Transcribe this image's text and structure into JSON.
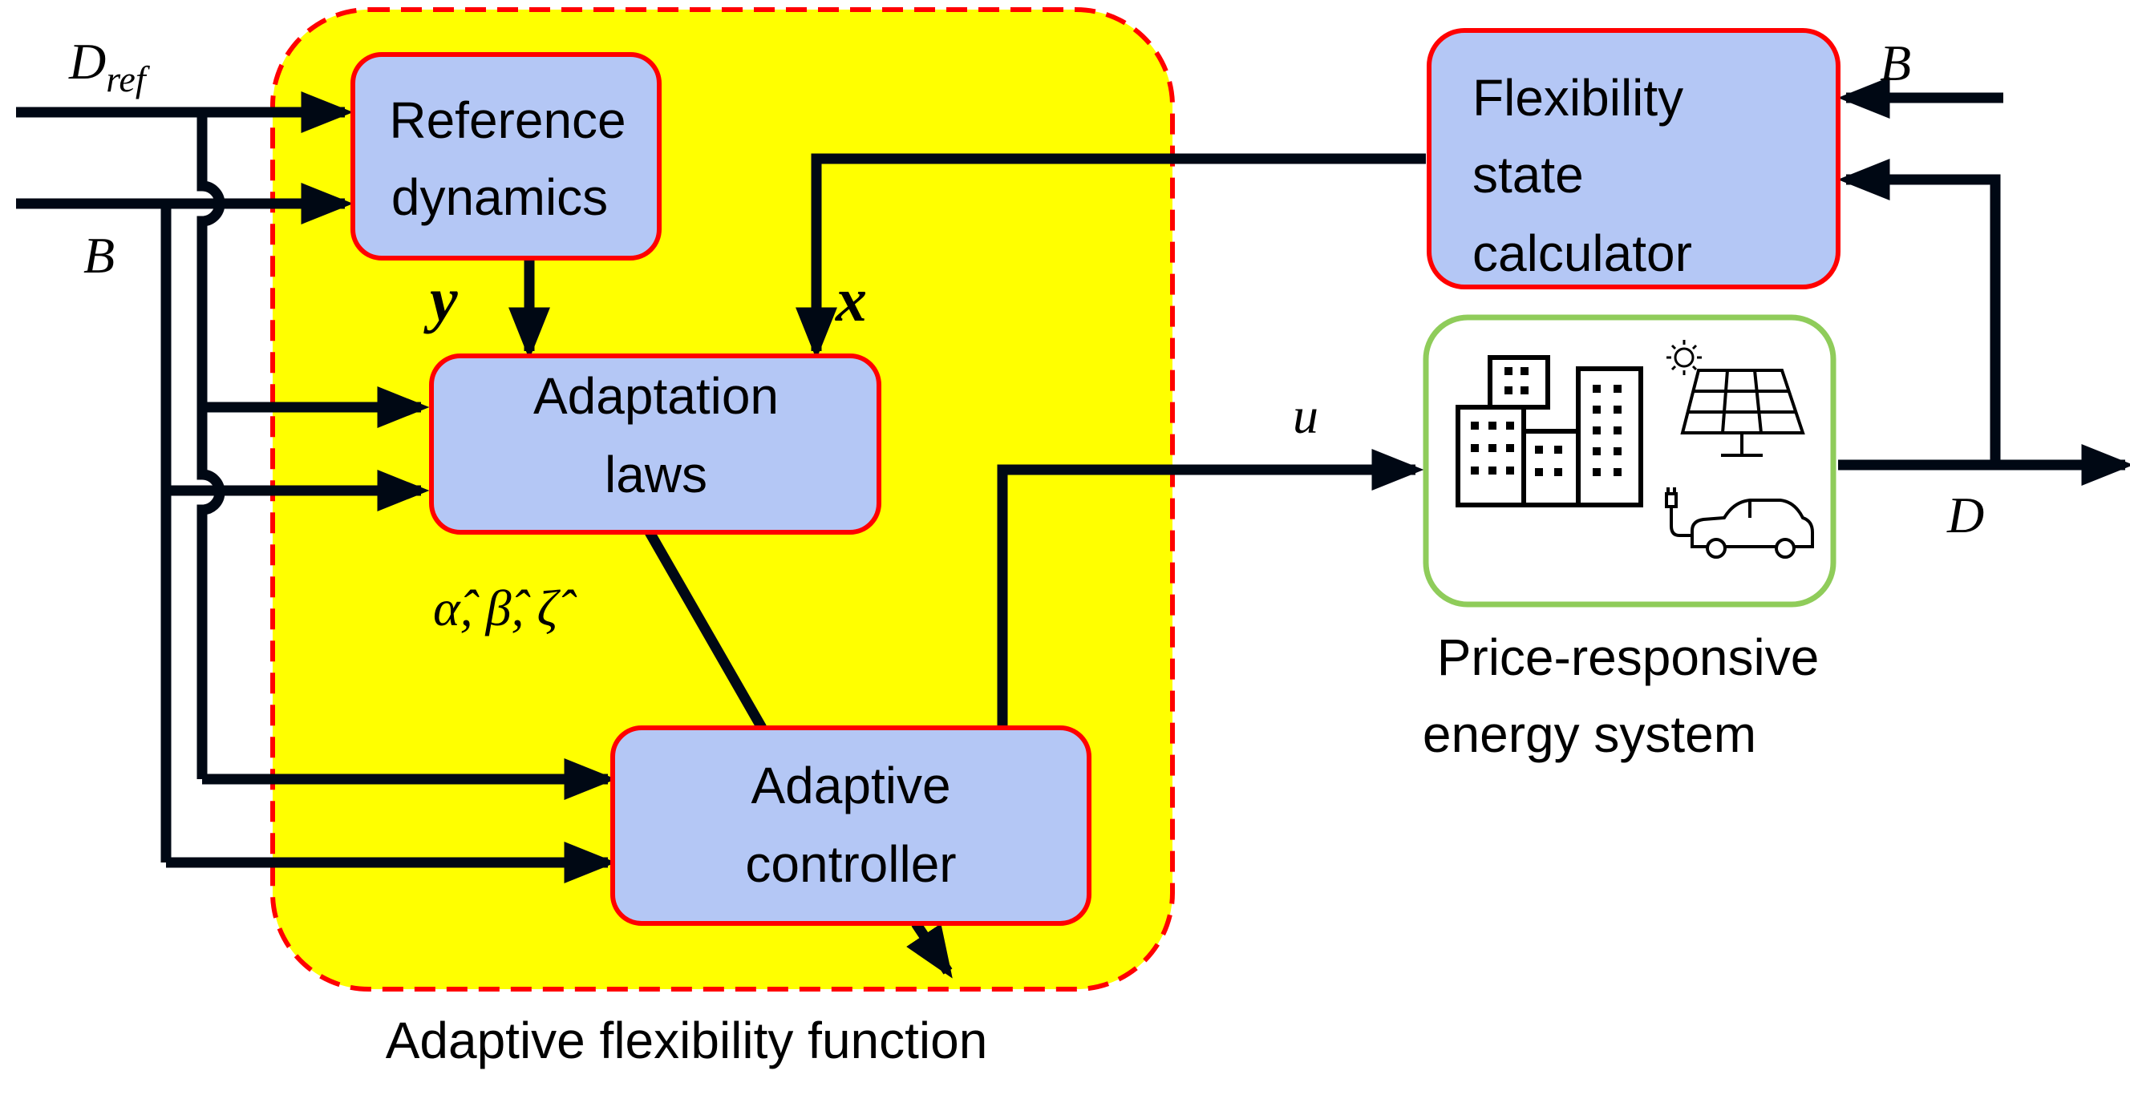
{
  "diagram": {
    "colors": {
      "container_fill": "#ffff00",
      "container_border": "#ff0000",
      "block_fill": "#b4c7f5",
      "block_border": "#ff0000",
      "system_border": "#8fcc5a",
      "wire": "#000814"
    },
    "container": {
      "label": "Adaptive flexibility function"
    },
    "blocks": {
      "reference": {
        "line1": "Reference",
        "line2": "dynamics"
      },
      "adaptation": {
        "line1": "Adaptation",
        "line2": "laws"
      },
      "controller": {
        "line1": "Adaptive",
        "line2": "controller"
      },
      "flex_state": {
        "line1": "Flexibility",
        "line2": "state",
        "line3": "calculator"
      },
      "system": {
        "label_line1": "Price-responsive",
        "label_line2": "energy system",
        "icons": [
          "buildings-icon",
          "sun-icon",
          "solar-panel-icon",
          "ev-car-icon"
        ]
      }
    },
    "signals": {
      "d_ref_base": "D",
      "d_ref_sub": "ref",
      "b_left": "B",
      "b_right": "B",
      "y": "y",
      "x": "x",
      "params": "α̂, β̂, ζ̂",
      "u": "u",
      "d_out": "D"
    }
  }
}
